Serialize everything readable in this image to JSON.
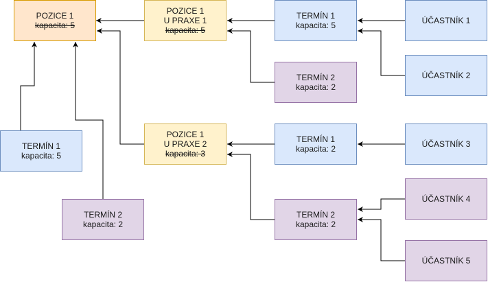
{
  "nodes": [
    {
      "id": "pozice1",
      "lines": [
        "POZICE 1",
        "kapacita: 5"
      ],
      "strike_last": true,
      "fill": "#ffe6cc"
    },
    {
      "id": "pozice1_praxe1",
      "lines": [
        "POZICE 1",
        "U PRAXE 1",
        "kapacita: 5"
      ],
      "strike_last": true,
      "fill": "#fff2cc"
    },
    {
      "id": "pozice1_praxe2",
      "lines": [
        "POZICE 1",
        "U PRAXE 2",
        "kapacita: 3"
      ],
      "strike_last": true,
      "fill": "#fff2cc"
    },
    {
      "id": "termin1_a",
      "lines": [
        "TERMÍN 1",
        "kapacita: 5"
      ],
      "fill": "#dae8fc"
    },
    {
      "id": "termin2_a",
      "lines": [
        "TERMÍN 2",
        "kapacita: 2"
      ],
      "fill": "#e1d5e7"
    },
    {
      "id": "termin1_p1",
      "lines": [
        "TERMÍN 1",
        "kapacita: 5"
      ],
      "fill": "#dae8fc"
    },
    {
      "id": "termin2_p1",
      "lines": [
        "TERMÍN 2",
        "kapacita: 2"
      ],
      "fill": "#e1d5e7"
    },
    {
      "id": "termin1_p2",
      "lines": [
        "TERMÍN 1",
        "kapacita: 2"
      ],
      "fill": "#dae8fc"
    },
    {
      "id": "termin2_p2",
      "lines": [
        "TERMÍN 2",
        "kapacita: 2"
      ],
      "fill": "#e1d5e7"
    },
    {
      "id": "ucastnik1",
      "lines": [
        "ÚČASTNÍK 1"
      ],
      "fill": "#dae8fc"
    },
    {
      "id": "ucastnik2",
      "lines": [
        "ÚČASTNÍK 2"
      ],
      "fill": "#dae8fc"
    },
    {
      "id": "ucastnik3",
      "lines": [
        "ÚČASTNÍK 3"
      ],
      "fill": "#dae8fc"
    },
    {
      "id": "ucastnik4",
      "lines": [
        "ÚČASTNÍK 4"
      ],
      "fill": "#e1d5e7"
    },
    {
      "id": "ucastnik5",
      "lines": [
        "ÚČASTNÍK 5"
      ],
      "fill": "#e1d5e7"
    }
  ],
  "edges": [
    {
      "from": "pozice1_praxe1",
      "to": "pozice1"
    },
    {
      "from": "pozice1_praxe2",
      "to": "pozice1"
    },
    {
      "from": "termin1_a",
      "to": "pozice1"
    },
    {
      "from": "termin2_a",
      "to": "pozice1"
    },
    {
      "from": "termin1_p1",
      "to": "pozice1_praxe1"
    },
    {
      "from": "termin2_p1",
      "to": "pozice1_praxe1"
    },
    {
      "from": "termin1_p2",
      "to": "pozice1_praxe2"
    },
    {
      "from": "termin2_p2",
      "to": "pozice1_praxe2"
    },
    {
      "from": "ucastnik1",
      "to": "termin1_p1"
    },
    {
      "from": "ucastnik2",
      "to": "termin1_p1"
    },
    {
      "from": "ucastnik3",
      "to": "termin1_p2"
    },
    {
      "from": "ucastnik4",
      "to": "termin2_p2"
    },
    {
      "from": "ucastnik5",
      "to": "termin2_p2"
    }
  ]
}
